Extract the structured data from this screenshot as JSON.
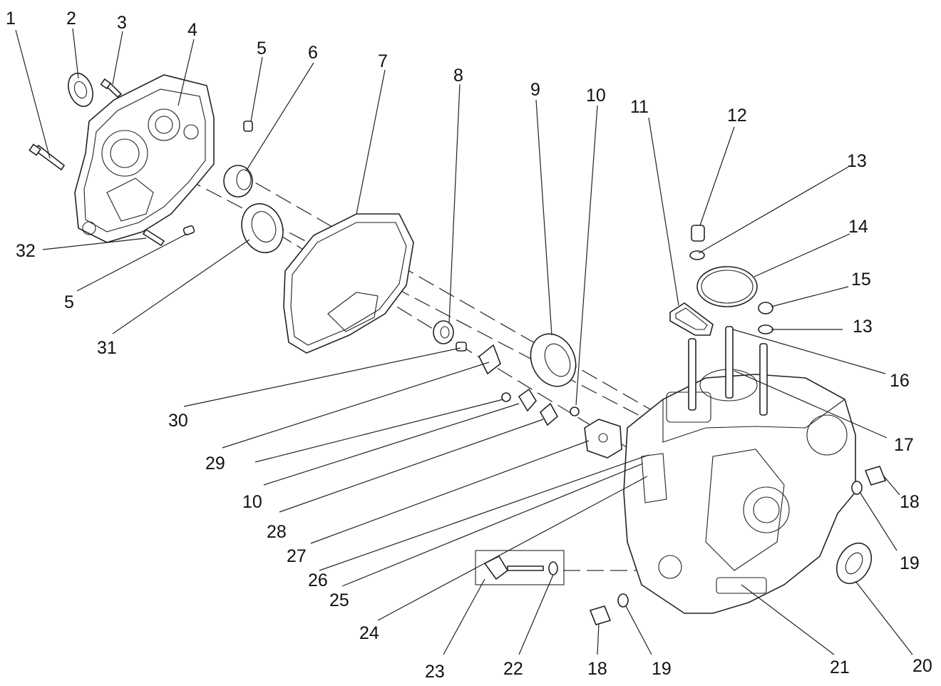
{
  "diagram": {
    "parts": [
      {
        "id": "p1",
        "label": "1"
      },
      {
        "id": "p2",
        "label": "2"
      },
      {
        "id": "p3",
        "label": "3"
      },
      {
        "id": "p4",
        "label": "4"
      },
      {
        "id": "p5a",
        "label": "5"
      },
      {
        "id": "p6",
        "label": "6"
      },
      {
        "id": "p7",
        "label": "7"
      },
      {
        "id": "p8",
        "label": "8"
      },
      {
        "id": "p9",
        "label": "9"
      },
      {
        "id": "p10a",
        "label": "10"
      },
      {
        "id": "p11",
        "label": "11"
      },
      {
        "id": "p12",
        "label": "12"
      },
      {
        "id": "p13a",
        "label": "13"
      },
      {
        "id": "p14",
        "label": "14"
      },
      {
        "id": "p15",
        "label": "15"
      },
      {
        "id": "p13b",
        "label": "13"
      },
      {
        "id": "p16",
        "label": "16"
      },
      {
        "id": "p17",
        "label": "17"
      },
      {
        "id": "p18a",
        "label": "18"
      },
      {
        "id": "p19a",
        "label": "19"
      },
      {
        "id": "p20",
        "label": "20"
      },
      {
        "id": "p21",
        "label": "21"
      },
      {
        "id": "p19b",
        "label": "19"
      },
      {
        "id": "p18b",
        "label": "18"
      },
      {
        "id": "p22",
        "label": "22"
      },
      {
        "id": "p23",
        "label": "23"
      },
      {
        "id": "p24",
        "label": "24"
      },
      {
        "id": "p25",
        "label": "25"
      },
      {
        "id": "p26",
        "label": "26"
      },
      {
        "id": "p27",
        "label": "27"
      },
      {
        "id": "p28",
        "label": "28"
      },
      {
        "id": "p10b",
        "label": "10"
      },
      {
        "id": "p29",
        "label": "29"
      },
      {
        "id": "p30",
        "label": "30"
      },
      {
        "id": "p31",
        "label": "31"
      },
      {
        "id": "p5b",
        "label": "5"
      },
      {
        "id": "p32",
        "label": "32"
      }
    ]
  }
}
